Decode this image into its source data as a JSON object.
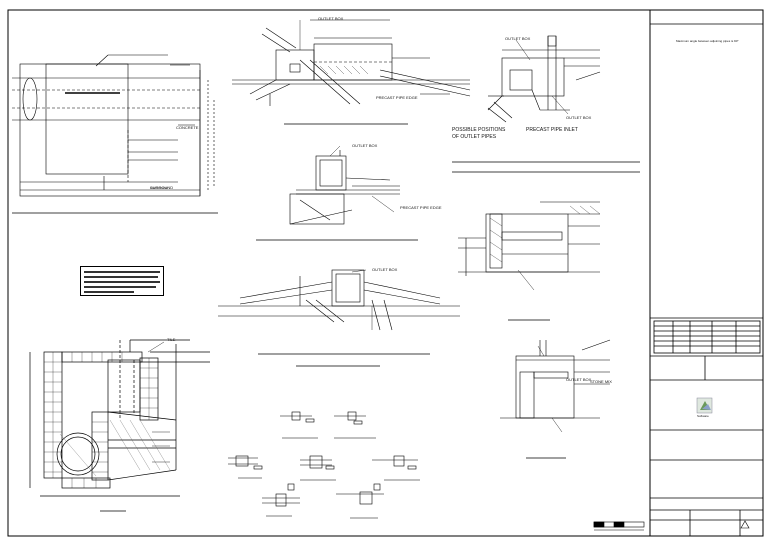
{
  "drawing": {
    "title_block_note": "Maximum angle between adjoining pipes is 90°",
    "logo_caption": "Software",
    "revision_symbol": "△"
  },
  "labels": {
    "outlet_box_1": "OUTLET BOX",
    "outlet_box_2": "OUTLET BOX",
    "outlet_box_3": "OUTLET BOX",
    "outlet_box_4": "OUTLET BOX",
    "outlet_box_5": "OUTLET BOX",
    "outlet_box_6": "OUTLET BOX",
    "precast_pipe_edge_1": "PRECAST PIPE EDGE",
    "precast_pipe_edge_2": "PRECAST PIPE EDGE",
    "possible_positions": "POSSIBLE POSITIONS",
    "of_outlet_pipes": "OF OUTLET PIPES",
    "precast_pipe_inlet": "PRECAST PIPE INLET",
    "concrete": "CONCRETE",
    "surround": "SURROUND",
    "tile": "TILE",
    "stone_mix": "STONE MIX"
  }
}
